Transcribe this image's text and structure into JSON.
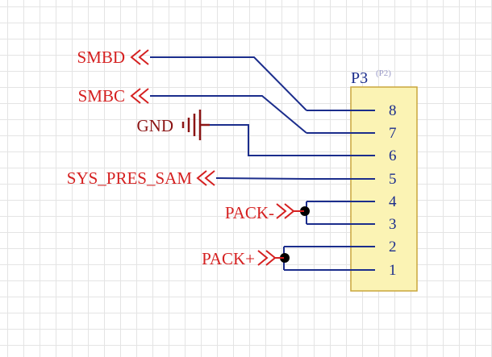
{
  "colors": {
    "wire": "#1b2d8c",
    "port": "#d52020",
    "ground": "#8b1414",
    "body_fill": "#fbf3b4",
    "body_stroke": "#c9a63c",
    "pin_line": "#1b2d8c",
    "junction": "#000000",
    "text_dark": "#1b2d8c"
  },
  "component": {
    "designator": "P3",
    "alt_designator": "(P2)",
    "pins": [
      "8",
      "7",
      "6",
      "5",
      "4",
      "3",
      "2",
      "1"
    ]
  },
  "nets": {
    "smbd": "SMBD",
    "smbc": "SMBC",
    "gnd": "GND",
    "sys_pres_sam": "SYS_PRES_SAM",
    "pack_minus": "PACK-",
    "pack_plus": "PACK+"
  }
}
